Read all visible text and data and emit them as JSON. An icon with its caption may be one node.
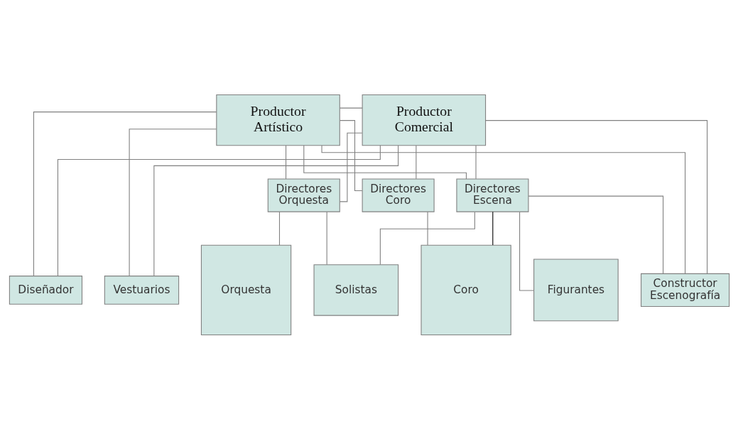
{
  "diagram": {
    "nodes": [
      {
        "text": [
          "Productor Artístico"
        ]
      },
      {
        "text": [
          "Productor Comercial"
        ]
      },
      {
        "text": [
          "Directores Orquesta"
        ]
      },
      {
        "text": [
          "Directores Coro"
        ]
      },
      {
        "text": [
          "Directores Escena"
        ]
      },
      {
        "text": [
          "Orquesta"
        ]
      },
      {
        "text": [
          "Solistas"
        ]
      },
      {
        "text": [
          "Coro"
        ]
      },
      {
        "text": [
          "Figurantes"
        ]
      },
      {
        "text": [
          "Vestuarios"
        ]
      },
      {
        "text": [
          "Constructor Escenografía"
        ]
      },
      {
        "text": [
          "Diseñador"
        ]
      }
    ],
    "edges": [
      {
        "from": 0,
        "to": 1,
        "arrow": "none"
      },
      {
        "from": 0,
        "to": 2,
        "arrow": "none"
      },
      {
        "from": 0,
        "to": 3,
        "arrow": "none"
      },
      {
        "from": 0,
        "to": 4,
        "arrow": "none"
      },
      {
        "from": 0,
        "to": 9,
        "arrow": "none"
      },
      {
        "from": 0,
        "to": 10,
        "arrow": "none"
      },
      {
        "from": 0,
        "to": 11,
        "arrow": "none"
      },
      {
        "from": 1,
        "to": 2,
        "arrow": "none"
      },
      {
        "from": 1,
        "to": 3,
        "arrow": "none"
      },
      {
        "from": 1,
        "to": 4,
        "arrow": "none"
      },
      {
        "from": 1,
        "to": 9,
        "arrow": "none"
      },
      {
        "from": 1,
        "to": 10,
        "arrow": "none"
      },
      {
        "from": 1,
        "to": 11,
        "arrow": "none"
      },
      {
        "from": 2,
        "to": 5,
        "arrow": "none"
      },
      {
        "from": 2,
        "to": 6,
        "arrow": "none"
      },
      {
        "from": 4,
        "to": 6,
        "arrow": "none"
      },
      {
        "from": 4,
        "to": 8,
        "arrow": "none"
      },
      {
        "from": 3,
        "to": 7,
        "arrow": "none"
      },
      {
        "from": 4,
        "to": 7,
        "arrow": "none",
        "color": "#000000"
      },
      {
        "from": 4,
        "to": 10,
        "arrow": "none"
      }
    ]
  }
}
